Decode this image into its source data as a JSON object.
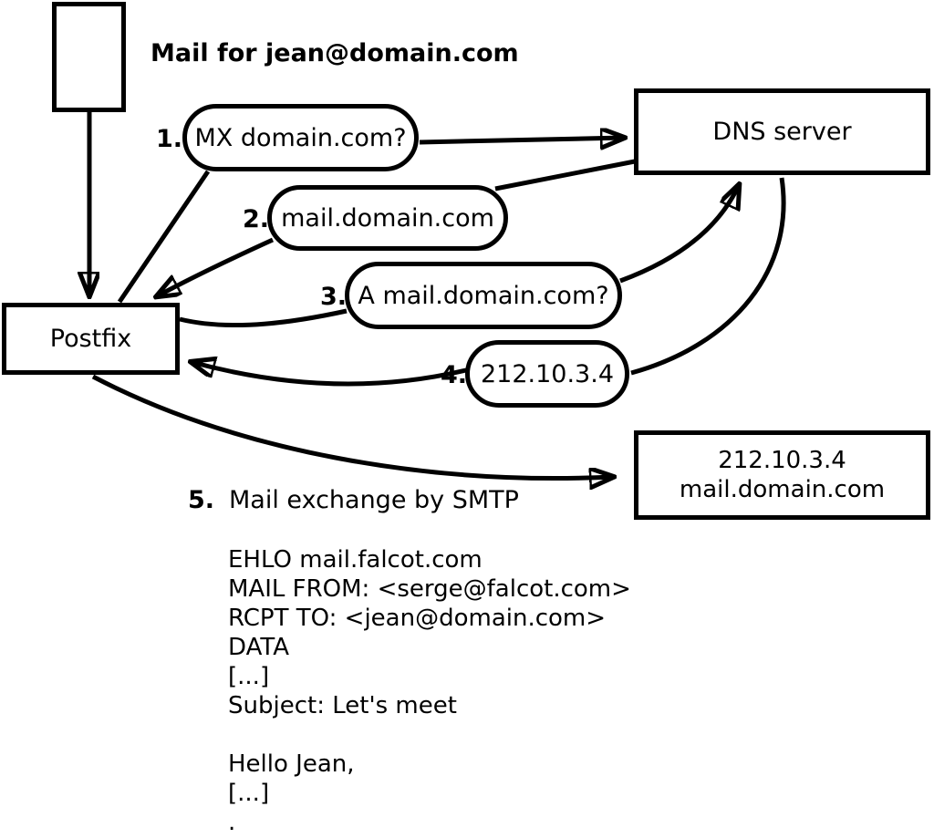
{
  "diagram": {
    "title": "Mail for jean@domain.com",
    "nodes": {
      "postfix": {
        "label": "Postfix"
      },
      "dns_server": {
        "label": "DNS server"
      },
      "mail_server": {
        "line1": "212.10.3.4",
        "line2": "mail.domain.com"
      }
    },
    "steps": [
      {
        "num": "1.",
        "label": "MX domain.com?"
      },
      {
        "num": "2.",
        "label": "mail.domain.com"
      },
      {
        "num": "3.",
        "label": "A mail.domain.com?"
      },
      {
        "num": "4.",
        "label": "212.10.3.4"
      },
      {
        "num": "5.",
        "label": "Mail exchange by SMTP"
      }
    ],
    "smtp_session": {
      "lines": [
        "EHLO mail.falcot.com",
        "MAIL FROM: <serge@falcot.com>",
        "RCPT TO: <jean@domain.com>",
        "DATA",
        "[...]",
        "Subject: Let's meet",
        "",
        "Hello Jean,",
        "[...]",
        "."
      ]
    },
    "colors": {
      "stroke": "#000000",
      "background": "#ffffff"
    }
  }
}
